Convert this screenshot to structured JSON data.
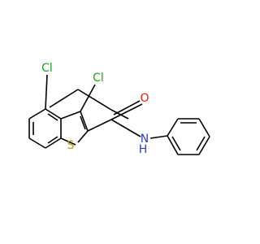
{
  "molecule": {
    "atoms": {
      "cl1": "Cl",
      "cl2": "Cl",
      "s": "S",
      "o": "O",
      "n": "N",
      "h": "H"
    },
    "colors": {
      "cl": "#1fa31f",
      "s": "#b3a300",
      "o": "#e8210b",
      "n": "#2a3bd6",
      "bond": "#000000"
    }
  }
}
